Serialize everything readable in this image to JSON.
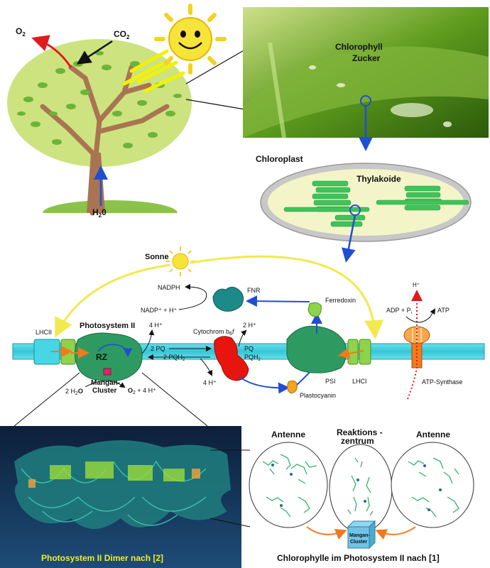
{
  "tree": {
    "o2": "O",
    "o2_sub": "2",
    "co2": "CO",
    "co2_sub": "2",
    "water": "H",
    "water_sub": "2",
    "water_tail": "0"
  },
  "leaf_photo": {
    "line1": "Chlorophyll",
    "line2": "Zucker"
  },
  "chloroplast": {
    "title": "Chloroplast",
    "thylakoid": "Thylakoide"
  },
  "pathway": {
    "sun": "Sonne",
    "nadph": "NADPH",
    "nadp_h": "NADP⁺ + H⁺",
    "fnr": "FNR",
    "ferredoxin": "Ferredoxin",
    "h_plus_top": "H⁺",
    "adp": "ADP + P",
    "adp_sub": "i",
    "atp": "ATP",
    "lhcii": "LHCII",
    "ps2": "Photosystem II",
    "four_h_top": "4 H⁺",
    "cytochrome": "Cytochrom b",
    "cyt_sub": "6",
    "cyt_tail": "f",
    "two_h": "2 H⁺",
    "two_pq_a": "2 PQ",
    "two_pqh2_a": "2 PQH",
    "two_pqh2_sub": "2",
    "pq_b": "PQ",
    "pqh2_b": "PQH",
    "pqh2_b_sub": "2",
    "rz": "RZ",
    "mangan1": "Mangan-",
    "mangan2": "Cluster",
    "two_h2o_a": "2 H",
    "two_h2o_sub": "2",
    "two_h2o_b": "O",
    "o2_out": "O",
    "o2_out_sub": "2",
    "o2_tail": " + 4 H⁺",
    "four_h_bottom": "4 H⁺",
    "psi": "PSI",
    "lhci": "LHCI",
    "plastocyanin": "Plastocyanin",
    "atp_synthase": "ATP-Synthase"
  },
  "bottom": {
    "dimer_caption": "Photosystem II Dimer nach [2]",
    "antenna_left": "Antenne",
    "reaction1": "Reaktions -",
    "reaction2": "zentrum",
    "antenna_right": "Antenne",
    "cube1": "Mangan-",
    "cube2": "Cluster",
    "chl_caption": "Chlorophylle im Photosystem II nach [1]"
  },
  "colors": {
    "membrane": "#3fd0df",
    "ps_green": "#2e9a62",
    "cyt_red": "#e8150f",
    "yellow_arrow": "#f2e94e",
    "blue_arrow": "#1f4fd1",
    "thylakoid_green": "#3fc35a"
  }
}
